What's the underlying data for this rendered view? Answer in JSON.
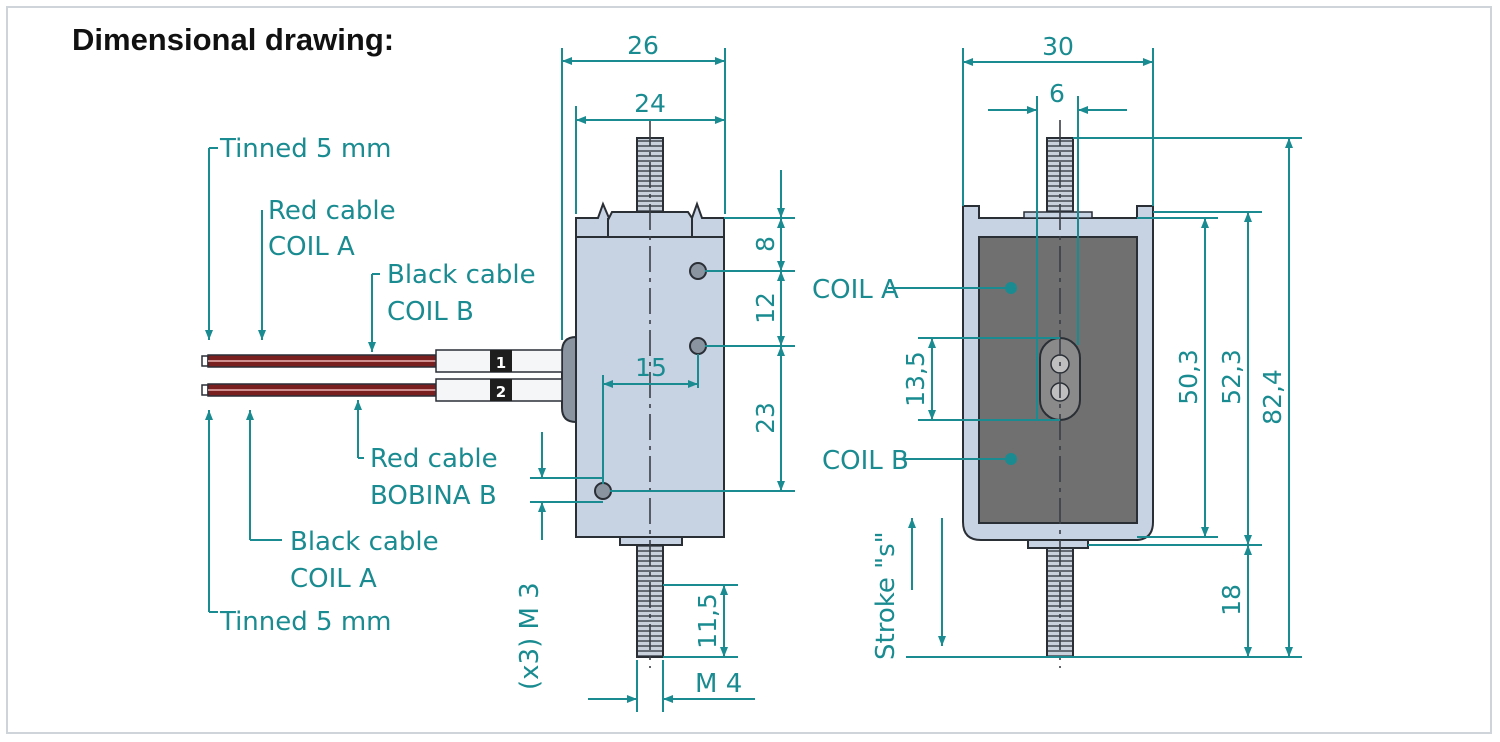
{
  "title": "Dimensional drawing:",
  "labels": {
    "tinned_top": "Tinned 5 mm",
    "red_cable_coil_a": [
      "Red cable",
      "COIL  A"
    ],
    "black_cable_coil_b": [
      "Black cable",
      "COIL B"
    ],
    "red_cable_bobina_b": [
      "Red cable",
      "BOBINA B"
    ],
    "black_cable_coil_a": [
      "Black cable",
      "COIL A"
    ],
    "tinned_bottom": "Tinned 5 mm",
    "coil_a": "COIL A",
    "coil_b": "COIL B",
    "stroke": "Stroke \"s\"",
    "m3": "(x3) M 3",
    "m4": "M  4",
    "terminal_1": "1",
    "terminal_2": "2"
  },
  "dimensions": {
    "side_width_outer": "26",
    "side_width_inner": "24",
    "front_width": "30",
    "front_slot": "6",
    "d_8": "8",
    "d_12": "12",
    "d_15": "15",
    "d_23": "23",
    "d_11_5": "11,5",
    "d_13_5": "13,5",
    "d_50_3": "50,3",
    "d_52_3": "52,3",
    "d_82_4": "82,4",
    "d_18": "18"
  },
  "colors": {
    "annotation": "#1a8c91",
    "body": "#c7d2e3",
    "coil_fill": "#707070",
    "red_wire": "#7a1f1f"
  }
}
